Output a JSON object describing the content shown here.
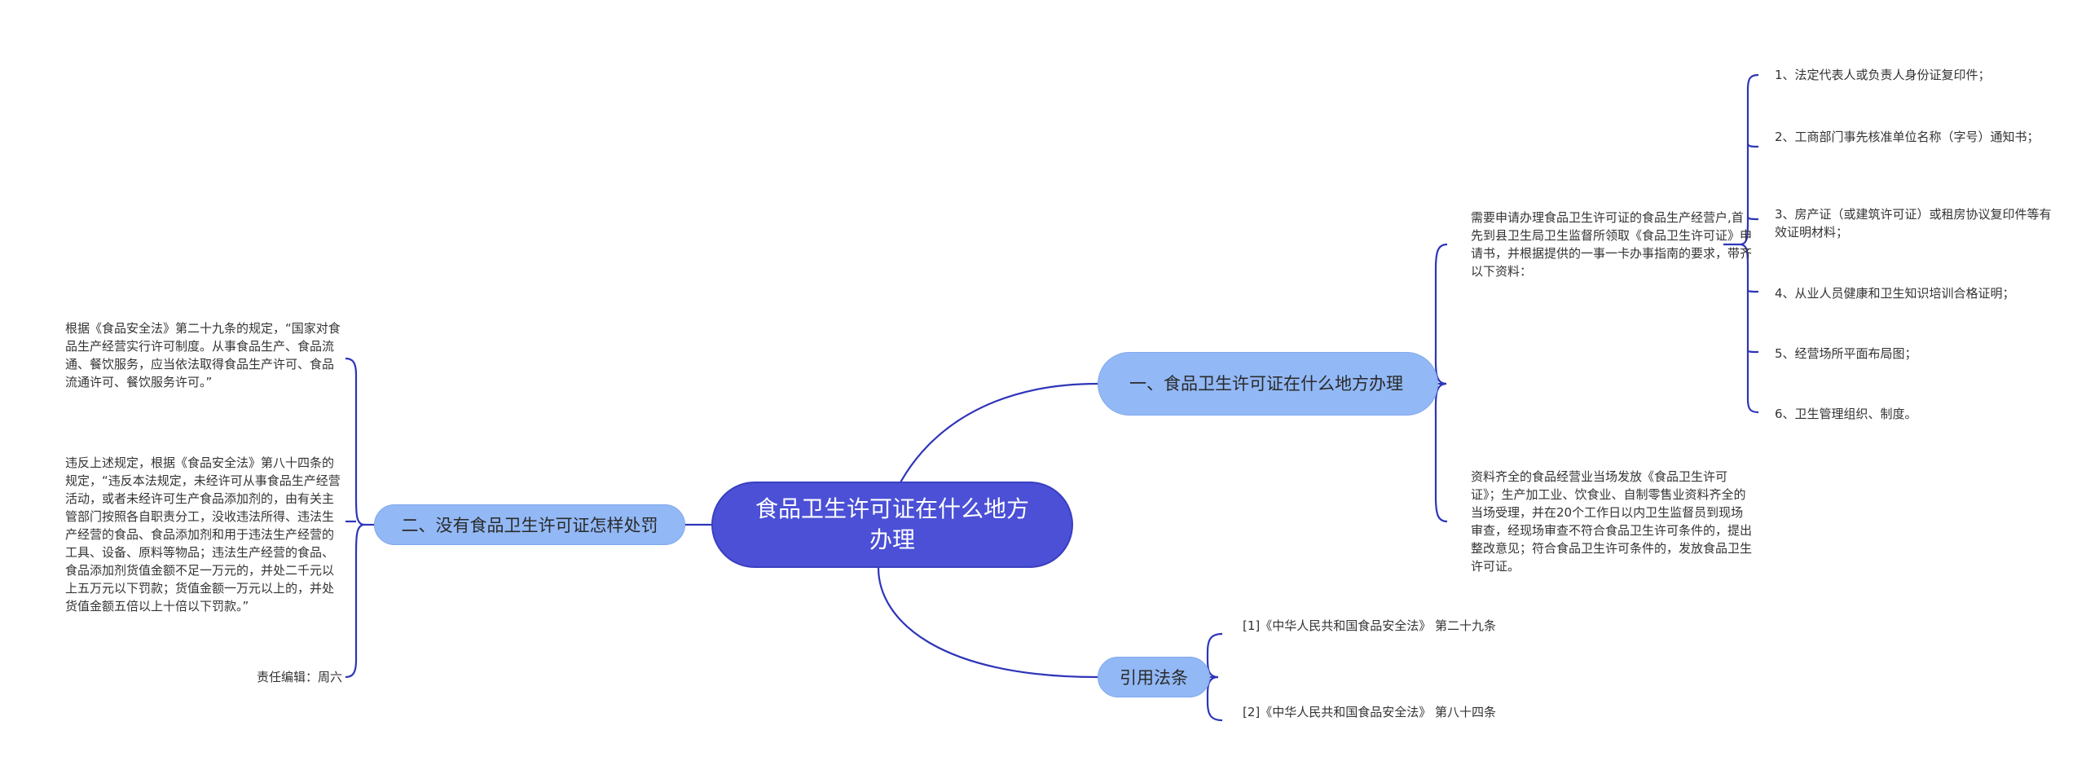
{
  "central": "食品卫生许可证在什么地方办理",
  "branch1": {
    "label": "一、食品卫生许可证在什么地方办理",
    "intro": "需要申请办理食品卫生许可证的食品生产经营户,首先到县卫生局卫生监督所领取《食品卫生许可证》申请书，并根据提供的一事一卡办事指南的要求，带齐以下资料：",
    "items": [
      "1、法定代表人或负责人身份证复印件；",
      "2、工商部门事先核准单位名称（字号）通知书；",
      "3、房产证（或建筑许可证）或租房协议复印件等有效证明材料；",
      "4、从业人员健康和卫生知识培训合格证明；",
      "5、经营场所平面布局图；",
      "6、卫生管理组织、制度。"
    ],
    "outro": "资料齐全的食品经营业当场发放《食品卫生许可证》；生产加工业、饮食业、自制零售业资料齐全的当场受理，并在20个工作日以内卫生监督员到现场审查，经现场审查不符合食品卫生许可条件的，提出整改意见；符合食品卫生许可条件的，发放食品卫生许可证。"
  },
  "branch2": {
    "label": "二、没有食品卫生许可证怎样处罚",
    "p1": "根据《食品安全法》第二十九条的规定，“国家对食品生产经营实行许可制度。从事食品生产、食品流通、餐饮服务，应当依法取得食品生产许可、食品流通许可、餐饮服务许可。”",
    "p2": "违反上述规定，根据《食品安全法》第八十四条的规定，“违反本法规定，未经许可从事食品生产经营活动，或者未经许可生产食品添加剂的，由有关主管部门按照各自职责分工，没收违法所得、违法生产经营的食品、食品添加剂和用于违法生产经营的工具、设备、原料等物品；违法生产经营的食品、食品添加剂货值金额不足一万元的，并处二千元以上五万元以下罚款；货值金额一万元以上的，并处货值金额五倍以上十倍以下罚款。”",
    "editor": "责任编辑：周六"
  },
  "branch3": {
    "label": "引用法条",
    "refs": [
      "[1]《中华人民共和国食品安全法》 第二十九条",
      "[2]《中华人民共和国食品安全法》 第八十四条"
    ]
  },
  "colors": {
    "central": "#4B50D6",
    "topic": "#92B8F5",
    "line": "#2E35B8"
  }
}
